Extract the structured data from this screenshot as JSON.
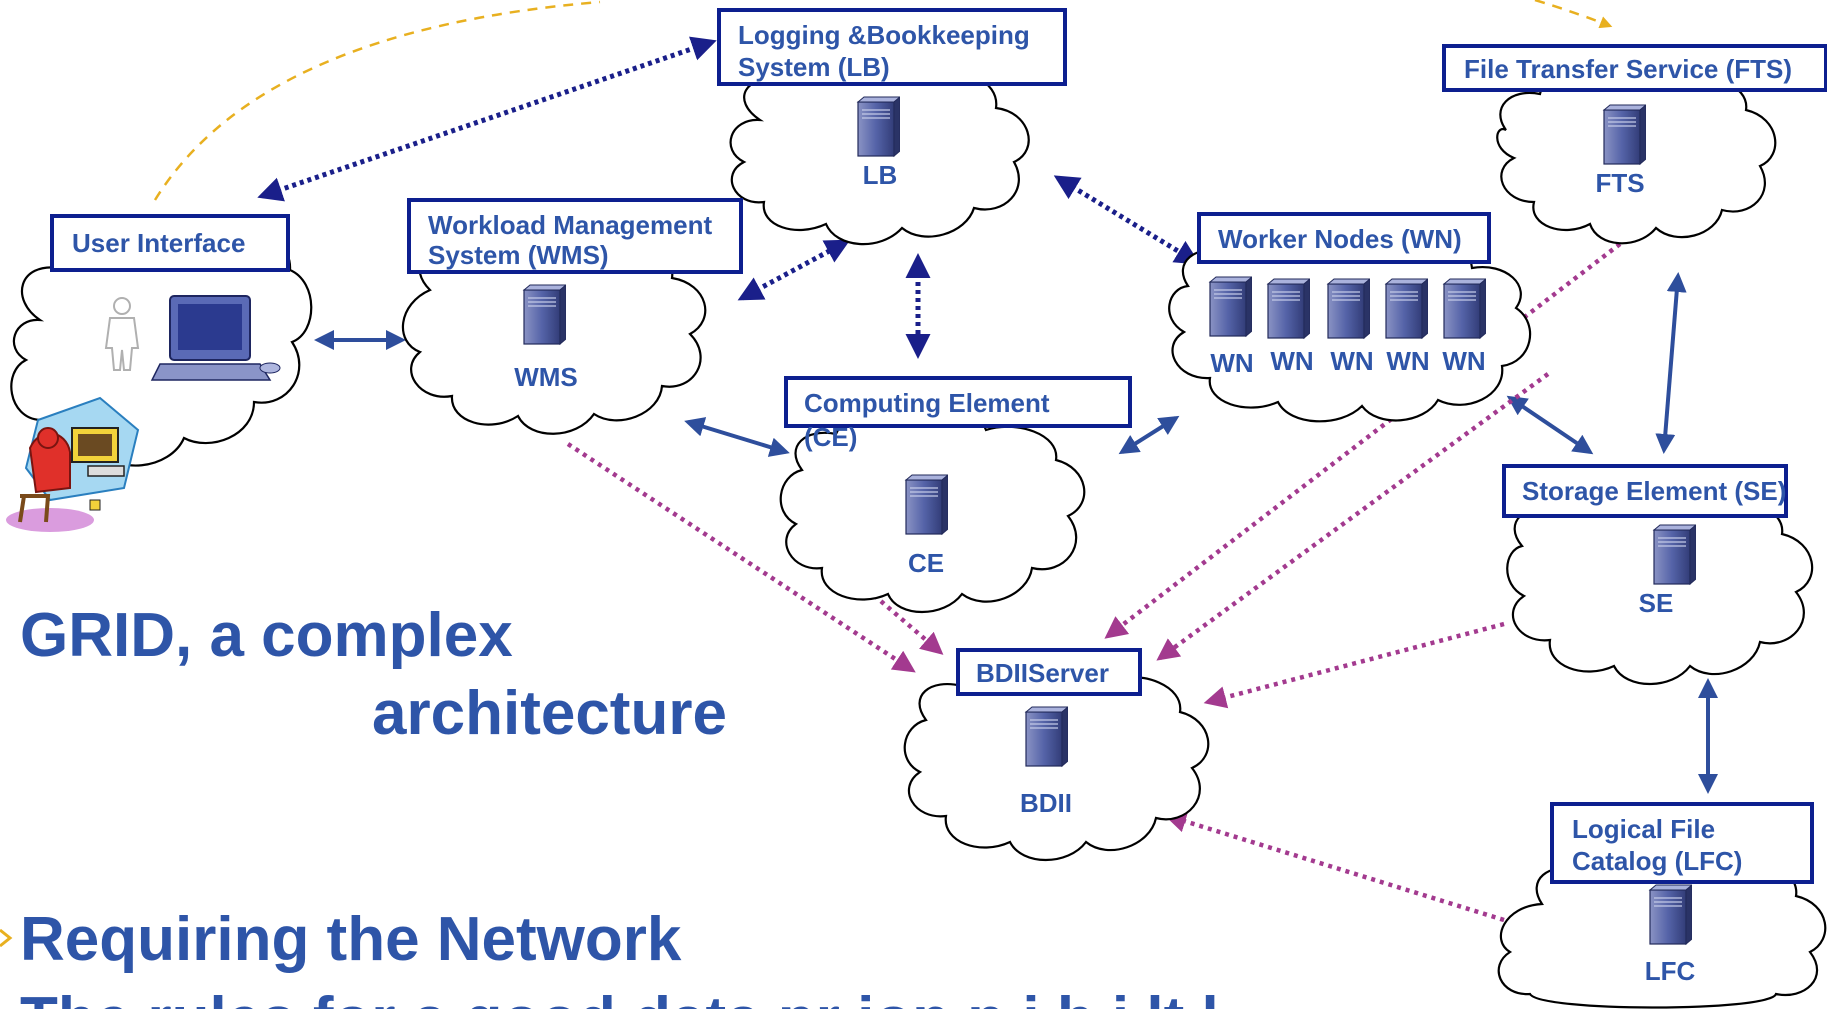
{
  "colors": {
    "text_blue": "#2e55a8",
    "box_border": "#0d1f8f",
    "arrow_blue": "#2e4e9c",
    "dotted_navy": "#1a1f8a",
    "dotted_magenta": "#a33a8f",
    "dashed_orange": "#e8b020"
  },
  "labels": {
    "lb": [
      "Logging &Bookkeeping",
      "System (LB)"
    ],
    "fts": "File Transfer Service (FTS)",
    "ui": "User Interface",
    "wms": [
      "Workload Management",
      "System (WMS)"
    ],
    "wn": "Worker Nodes (WN)",
    "ce": [
      "Computing Element",
      "(CE)"
    ],
    "se": "Storage Element (SE)",
    "bdii": "BDIIServer",
    "lfc": [
      "Logical File",
      "Catalog (LFC)"
    ]
  },
  "nodes": {
    "lb": "LB",
    "fts": "FTS",
    "wms": "WMS",
    "ce": "CE",
    "se": "SE",
    "bdii": "BDII",
    "lfc": "LFC",
    "wn": [
      "WN",
      "WN",
      "WN",
      "WN",
      "WN"
    ]
  },
  "heading": {
    "line1": "GRID, a complex",
    "line2": "architecture"
  },
  "footer": {
    "bullet": "Requiring the Network",
    "next_line_partial": "The rules for a good data pr     ion         n   i   b   i   lt   l"
  },
  "icons": [
    "server-icon",
    "computer-icon",
    "person-icon",
    "user-at-computer-clipart"
  ]
}
